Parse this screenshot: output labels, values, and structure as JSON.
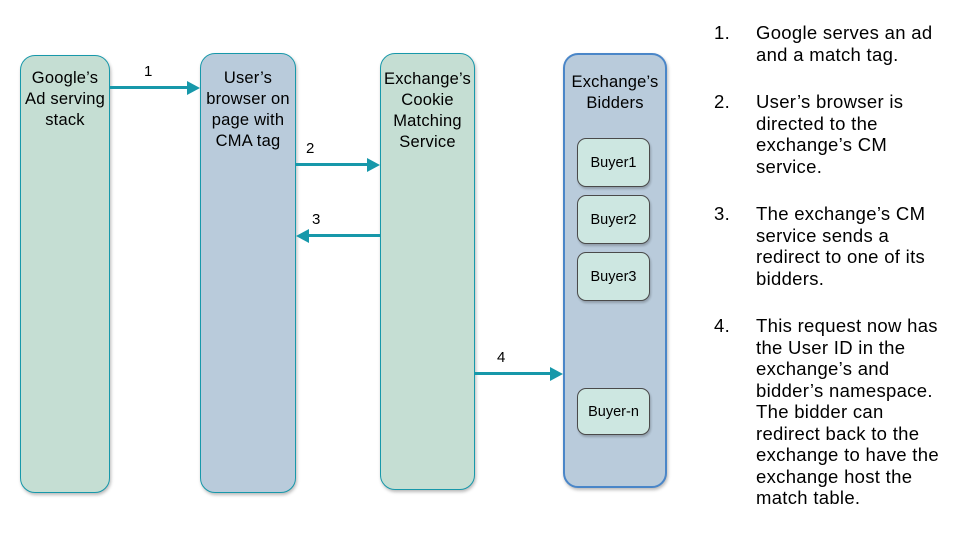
{
  "diagram": {
    "nodes": [
      {
        "id": "google-ad-stack",
        "label": "Google’s\nAd serving\nstack"
      },
      {
        "id": "user-browser",
        "label": "User’s\nbrowser on\npage with\nCMA tag"
      },
      {
        "id": "cm-service",
        "label": "Exchange’s\nCookie\nMatching\nService"
      },
      {
        "id": "exchange-bidders",
        "label": "Exchange’s\nBidders"
      }
    ],
    "buyers": [
      {
        "label": "Buyer1"
      },
      {
        "label": "Buyer2"
      },
      {
        "label": "Buyer3"
      },
      {
        "label": "Buyer-n"
      }
    ],
    "arrows": [
      {
        "label": "1"
      },
      {
        "label": "2"
      },
      {
        "label": "3"
      },
      {
        "label": "4"
      }
    ],
    "colors": {
      "teal_border": "#1798aa",
      "green_fill": "#c5ded3",
      "blue_gray_fill": "#b9cbdb",
      "bidders_border": "#4a86c8",
      "buyer_fill": "#cde7e1",
      "buyer_border": "#4a4a4a",
      "arrow": "#1798aa"
    }
  },
  "steps": [
    {
      "number": "1.",
      "text": "Google serves an ad\nand a match tag."
    },
    {
      "number": "2.",
      "text": "User’s browser is\ndirected to the\nexchange’s CM\nservice."
    },
    {
      "number": "3.",
      "text": "The exchange’s CM\nservice sends a\nredirect to one of its\nbidders."
    },
    {
      "number": "4.",
      "text": "This request now has\nthe User ID in the\nexchange’s and\nbidder’s namespace.\nThe bidder can\nredirect back to the\nexchange to have the\nexchange host the\nmatch table."
    }
  ]
}
